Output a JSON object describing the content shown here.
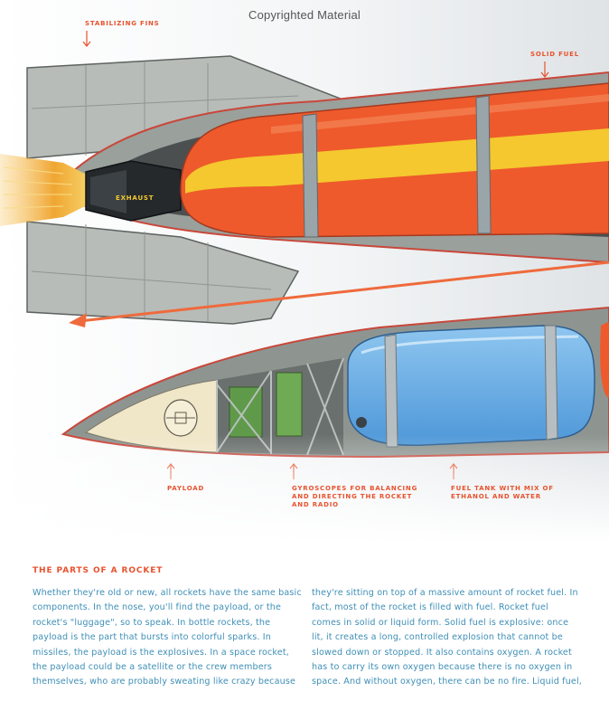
{
  "header": {
    "copyright": "Copyrighted Material"
  },
  "labels": {
    "stabilizing_fins": "STABILIZING FINS",
    "solid_fuel": "SOLID FUEL",
    "exhaust": "EXHAUST",
    "payload": "PAYLOAD",
    "gyroscopes": [
      "GYROSCOPES FOR BALANCING",
      "AND DIRECTING THE ROCKET",
      "AND RADIO"
    ],
    "fuel_tank": [
      "FUEL TANK WITH MIX OF",
      "ETHANOL AND WATER"
    ]
  },
  "colors": {
    "label": "#e8522e",
    "body_text": "#3f8fb6",
    "fuel_red": "#ee5a2c",
    "fuel_yellow": "#f4c82e",
    "tank_blue": "#5aa3e0",
    "fin_grey": "#b7bcb8",
    "exhaust_orange": "#f0a632"
  },
  "article": {
    "title": "THE PARTS OF A ROCKET",
    "left_lines": [
      "Whether they're old or new, all rockets have the same basic",
      "components. In the nose, you'll find the payload, or the",
      "rocket's \"luggage\", so to speak. In bottle rockets, the",
      "payload is the part that bursts into colorful sparks. In",
      "missiles, the payload is the explosives. In a space rocket,",
      "the payload could be a satellite or the crew members",
      "themselves, who are probably sweating like crazy because"
    ],
    "right_lines": [
      "they're sitting on top of a massive amount of rocket fuel. In",
      "fact, most of the rocket is filled with fuel. Rocket fuel",
      "comes in solid or liquid form. Solid fuel is explosive: once",
      "lit, it creates a long, controlled explosion that cannot be",
      "slowed down or stopped. It also contains oxygen. A rocket",
      "has to carry its own oxygen because there is no oxygen in",
      "space. And without oxygen, there can be no fire. Liquid fuel,"
    ]
  }
}
